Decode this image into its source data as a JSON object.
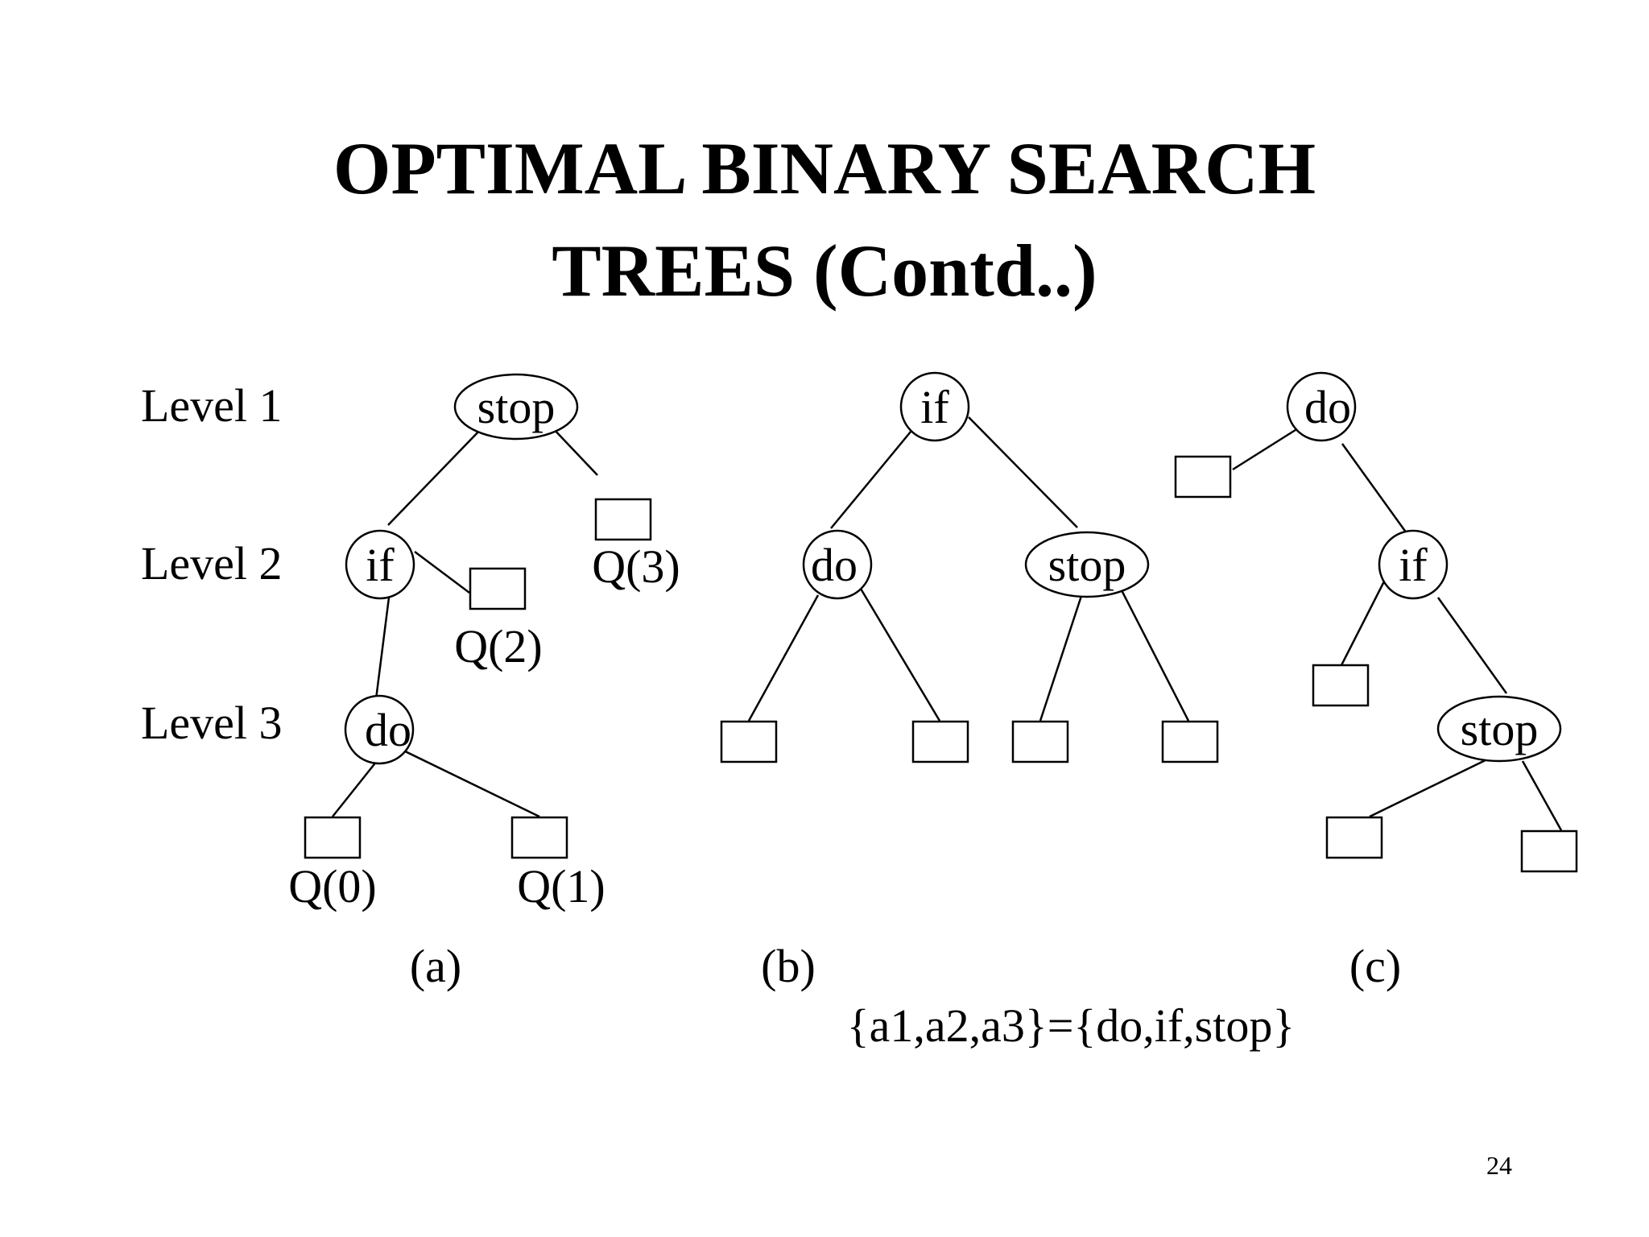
{
  "slide": {
    "title_line1": "OPTIMAL BINARY SEARCH",
    "title_line2": "TREES (Contd..)",
    "page_number": "24",
    "key_set": "{a1,a2,a3}={do,if,stop}"
  },
  "levels": [
    "Level 1",
    "Level 2",
    "Level 3"
  ],
  "trees": {
    "a": {
      "caption": "(a)",
      "nodes": [
        "stop",
        "if",
        "do"
      ],
      "leaf_labels": [
        "Q(3)",
        "Q(2)",
        "Q(0)",
        "Q(1)"
      ]
    },
    "b": {
      "caption": "(b)",
      "nodes": [
        "if",
        "do",
        "stop"
      ]
    },
    "c": {
      "caption": "(c)",
      "nodes": [
        "do",
        "if",
        "stop"
      ]
    }
  }
}
